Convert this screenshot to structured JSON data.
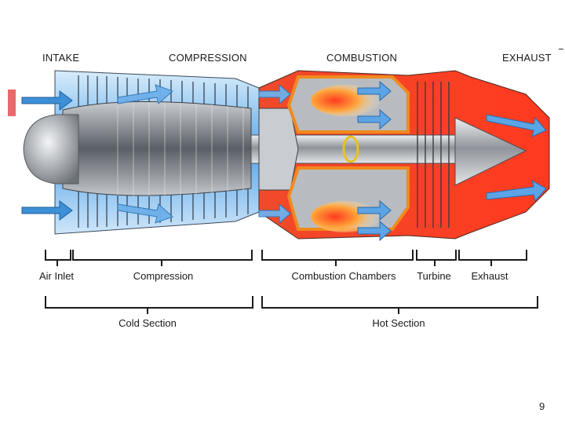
{
  "stages": {
    "intake": "INTAKE",
    "compression": "COMPRESSION",
    "combustion": "COMBUSTION",
    "exhaust": "EXHAUST"
  },
  "sections": {
    "air_inlet": "Air Inlet",
    "compression": "Compression",
    "combustion_chambers": "Combustion Chambers",
    "turbine": "Turbine",
    "exhaust": "Exhaust",
    "cold_section": "Cold Section",
    "hot_section": "Hot Section"
  },
  "colors": {
    "cold_flow": "#3d8fd6",
    "hot_flow": "#e62e1e",
    "combustor_outline": "#f08a1d",
    "flame": "#f5a623",
    "metal": "#9a9ea3"
  },
  "page_number": "9"
}
